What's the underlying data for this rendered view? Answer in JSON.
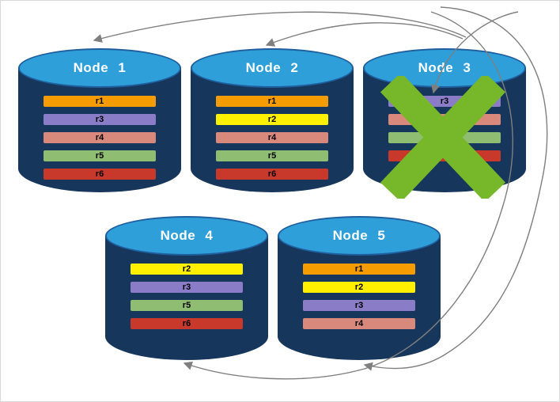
{
  "diagram": {
    "type": "database-replication-diagram",
    "nodes": [
      {
        "label": "Node 1",
        "failed": false,
        "replicas": [
          "r1",
          "r3",
          "r4",
          "r5",
          "r6"
        ]
      },
      {
        "label": "Node 2",
        "failed": false,
        "replicas": [
          "r1",
          "r2",
          "r4",
          "r5",
          "r6"
        ]
      },
      {
        "label": "Node 3",
        "failed": true,
        "replicas": [
          "r3",
          "r4",
          "r5",
          "r6"
        ]
      },
      {
        "label": "Node 4",
        "failed": false,
        "replicas": [
          "r2",
          "r3",
          "r5",
          "r6"
        ]
      },
      {
        "label": "Node 5",
        "failed": false,
        "replicas": [
          "r1",
          "r2",
          "r3",
          "r4"
        ]
      }
    ],
    "arrows": [
      {
        "from": "Node 3",
        "to": "Node 1"
      },
      {
        "from": "Node 3",
        "to": "Node 2"
      },
      {
        "from": "Node 3",
        "to": "Node 3"
      },
      {
        "from": "Node 3",
        "to": "Node 5"
      },
      {
        "from": "Node 3",
        "to": "Node 4"
      }
    ],
    "colors": {
      "cyl-body": "#16365C",
      "cyl-top": "#2E9FD9",
      "cyl-top-border": "#1F5F9E",
      "node-title": "#FFFFFF",
      "bar-text": "#000000",
      "arrow": "#7F7F7F",
      "fail-x": "#76B82A",
      "r1": "#F59C00",
      "r2": "#FFF000",
      "r3": "#8B7CC8",
      "r4": "#D9897B",
      "r5": "#8FBE72",
      "r6": "#C8392B"
    }
  }
}
